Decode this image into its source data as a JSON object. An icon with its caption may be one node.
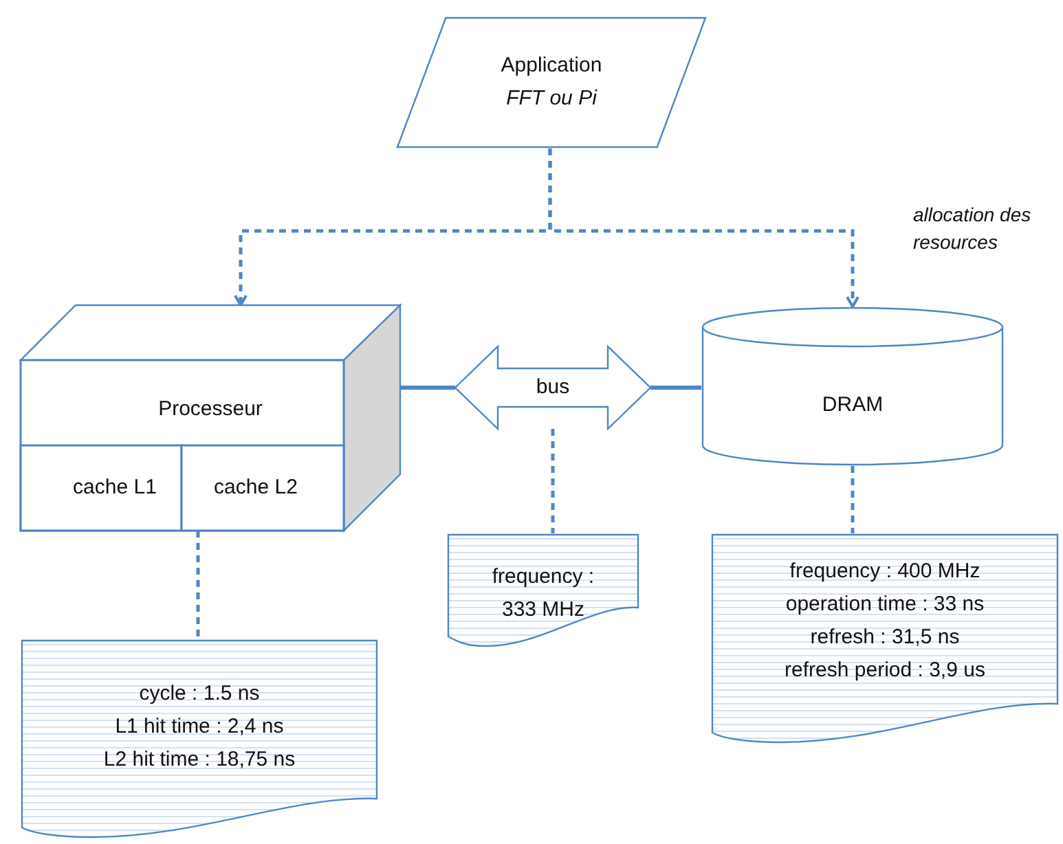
{
  "diagram": {
    "nodes": [
      {
        "text": [
          "Application",
          "FFT ou Pi"
        ]
      },
      {
        "text": [
          "Processeur"
        ]
      },
      {
        "text": [
          "cache L1"
        ],
        "in": 1
      },
      {
        "text": [
          "cache L2"
        ],
        "in": 1
      },
      {
        "text": [
          "bus"
        ]
      },
      {
        "text": [
          "DRAM"
        ]
      },
      {
        "text": [
          "frequency : 333 MHz"
        ]
      },
      {
        "text": [
          "cycle : 1.5 ns",
          "L1 hit time : 2,4 ns",
          "L2 hit time : 18,75 ns"
        ]
      },
      {
        "text": [
          "frequency : 400 MHz",
          "operation time : 33 ns",
          "refresh : 31,5 ns",
          "refresh period : 3,9 us"
        ]
      }
    ],
    "edges": [
      {
        "from": 0,
        "to": 1,
        "arrow": "to",
        "style": "dashed"
      },
      {
        "from": 0,
        "to": 5,
        "arrow": "to",
        "style": "dashed"
      },
      {
        "from": 4,
        "to": 1,
        "arrow": "none"
      },
      {
        "from": 4,
        "to": 5,
        "arrow": "none"
      },
      {
        "from": 1,
        "to": 7,
        "arrow": "none",
        "style": "dashed"
      },
      {
        "from": 4,
        "to": 6,
        "arrow": "none",
        "style": "dashed"
      },
      {
        "from": 5,
        "to": 8,
        "arrow": "none",
        "style": "dashed"
      }
    ],
    "labels": [
      "allocation des resources"
    ]
  }
}
